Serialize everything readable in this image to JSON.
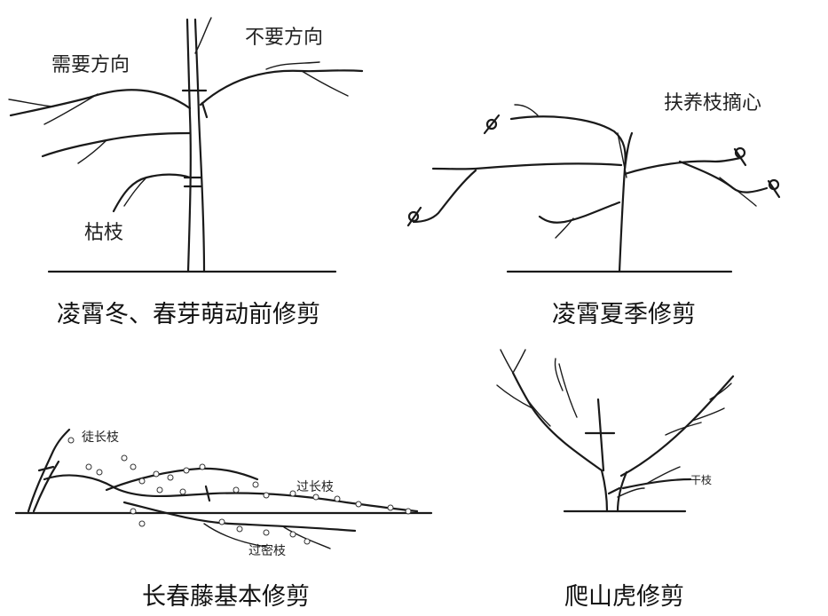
{
  "panels": [
    {
      "caption": "凌霄冬、春芽萌动前修剪",
      "labels": {
        "need": "需要方向",
        "noneed": "不要方向",
        "dead": "枯枝"
      }
    },
    {
      "caption": "凌霄夏季修剪",
      "labels": {
        "pinch": "扶养枝摘心"
      }
    },
    {
      "caption": "长春藤基本修剪",
      "labels": {
        "leggy": "徒长枝",
        "toolong": "过长枝",
        "toodense": "过密枝"
      }
    },
    {
      "caption": "爬山虎修剪",
      "labels": {
        "trunk": "干枝"
      }
    }
  ]
}
